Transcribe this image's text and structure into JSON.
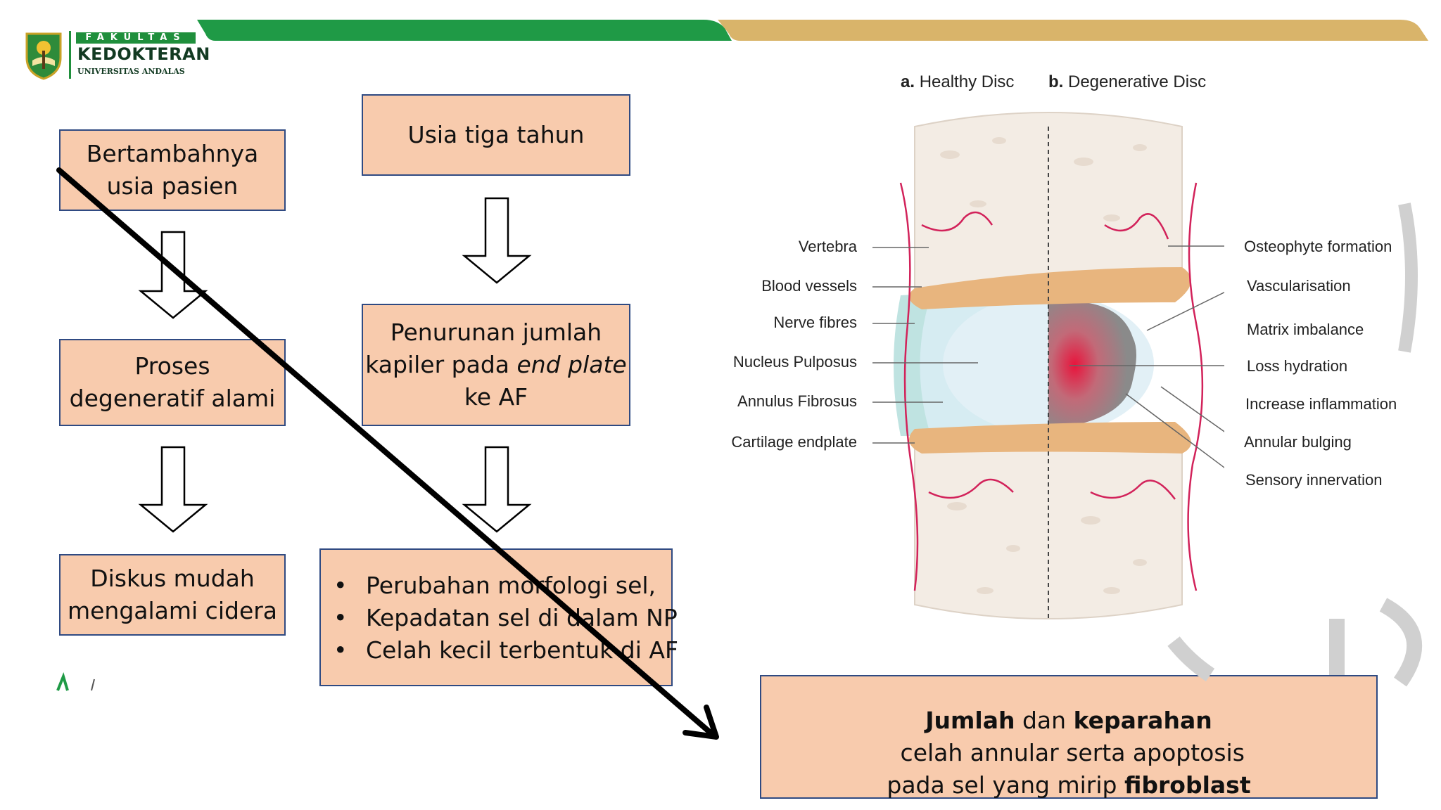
{
  "header": {
    "logo_top": "FAKULTAS",
    "logo_main": "KEDOKTERAN",
    "logo_sub": "UNIVERSITAS ANDALAS",
    "colors": {
      "green": "#1f9a46",
      "gold": "#d9b46a"
    }
  },
  "flow_left": {
    "box1": [
      "Bertambahnya",
      "usia pasien"
    ],
    "box2": [
      "Proses",
      "degeneratif alami"
    ],
    "box3": [
      "Diskus mudah",
      "mengalami cidera"
    ]
  },
  "flow_middle": {
    "box1": "Usia tiga tahun",
    "box2_line1": "Penurunan jumlah",
    "box2_line2_prefix": "kapiler pada ",
    "box2_line2_italic": "end plate",
    "box2_line3": "ke AF",
    "bullets": [
      "Perubahan morfologi sel,",
      "Kepadatan sel di dalam NP",
      "Celah kecil terbentuk di AF"
    ]
  },
  "result": {
    "bold1": "Jumlah",
    "text1": " dan ",
    "bold2": "keparahan",
    "text2": " celah annular serta apoptosis",
    "text3": "pada sel yang mirip ",
    "bold3": "fibroblast"
  },
  "figure": {
    "heading_a_letter": "a.",
    "heading_a": "Healthy Disc",
    "heading_b_letter": "b.",
    "heading_b": "Degenerative Disc",
    "left_labels": [
      "Vertebra",
      "Blood vessels",
      "Nerve fibres",
      "Nucleus Pulposus",
      "Annulus Fibrosus",
      "Cartilage endplate"
    ],
    "right_labels": [
      "Osteophyte formation",
      "Vascularisation",
      "Matrix imbalance",
      "Loss hydration",
      "Increase inflammation",
      "Annular bulging",
      "Sensory innervation"
    ]
  },
  "colors": {
    "box_fill": "#f8cbad",
    "box_border": "#2f4a82"
  }
}
